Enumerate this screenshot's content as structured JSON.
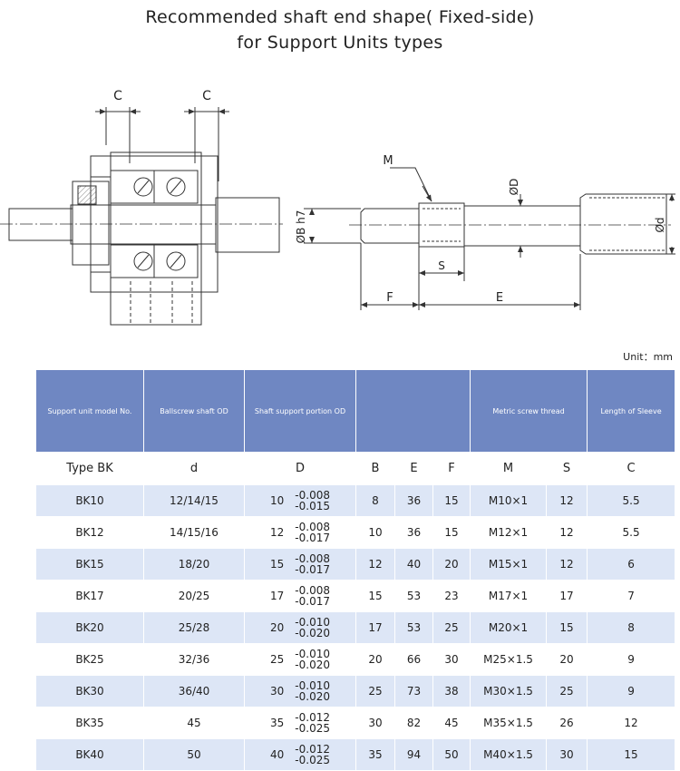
{
  "title_line1": "Recommended shaft end shape( Fixed-side)",
  "title_line2": "for Support Units types",
  "drawing_labels": {
    "c_left": "C",
    "c_right": "C",
    "m": "M",
    "od_large": "ØD",
    "ob_h7": "ØB h7",
    "od_small": "Ød",
    "s": "S",
    "f": "F",
    "e": "E"
  },
  "unit_label": "Unit：mm",
  "headers": [
    "Support unit model No.",
    "Ballscrew shaft OD",
    "Shaft support portion OD",
    "",
    "Metric screw thread",
    "Length of Sleeve"
  ],
  "subheaders": [
    "Type BK",
    "d",
    "D",
    "B",
    "E",
    "F",
    "M",
    "S",
    "C"
  ],
  "rows": [
    {
      "type": "BK10",
      "d": "12/14/15",
      "D": "10",
      "tol_up": "-0.008",
      "tol_lo": "-0.015",
      "B": "8",
      "E": "36",
      "F": "15",
      "M": "M10×1",
      "S": "12",
      "C": "5.5"
    },
    {
      "type": "BK12",
      "d": "14/15/16",
      "D": "12",
      "tol_up": "-0.008",
      "tol_lo": "-0.017",
      "B": "10",
      "E": "36",
      "F": "15",
      "M": "M12×1",
      "S": "12",
      "C": "5.5"
    },
    {
      "type": "BK15",
      "d": "18/20",
      "D": "15",
      "tol_up": "-0.008",
      "tol_lo": "-0.017",
      "B": "12",
      "E": "40",
      "F": "20",
      "M": "M15×1",
      "S": "12",
      "C": "6"
    },
    {
      "type": "BK17",
      "d": "20/25",
      "D": "17",
      "tol_up": "-0.008",
      "tol_lo": "-0.017",
      "B": "15",
      "E": "53",
      "F": "23",
      "M": "M17×1",
      "S": "17",
      "C": "7"
    },
    {
      "type": "BK20",
      "d": "25/28",
      "D": "20",
      "tol_up": "-0.010",
      "tol_lo": "-0.020",
      "B": "17",
      "E": "53",
      "F": "25",
      "M": "M20×1",
      "S": "15",
      "C": "8"
    },
    {
      "type": "BK25",
      "d": "32/36",
      "D": "25",
      "tol_up": "-0.010",
      "tol_lo": "-0.020",
      "B": "20",
      "E": "66",
      "F": "30",
      "M": "M25×1.5",
      "S": "20",
      "C": "9"
    },
    {
      "type": "BK30",
      "d": "36/40",
      "D": "30",
      "tol_up": "-0.010",
      "tol_lo": "-0.020",
      "B": "25",
      "E": "73",
      "F": "38",
      "M": "M30×1.5",
      "S": "25",
      "C": "9"
    },
    {
      "type": "BK35",
      "d": "45",
      "D": "35",
      "tol_up": "-0.012",
      "tol_lo": "-0.025",
      "B": "30",
      "E": "82",
      "F": "45",
      "M": "M35×1.5",
      "S": "26",
      "C": "12"
    },
    {
      "type": "BK40",
      "d": "50",
      "D": "40",
      "tol_up": "-0.012",
      "tol_lo": "-0.025",
      "B": "35",
      "E": "94",
      "F": "50",
      "M": "M40×1.5",
      "S": "30",
      "C": "15"
    }
  ],
  "colors": {
    "header_bg": "#6f87c2",
    "alt_row_bg": "#dde6f6",
    "line": "#333333"
  }
}
